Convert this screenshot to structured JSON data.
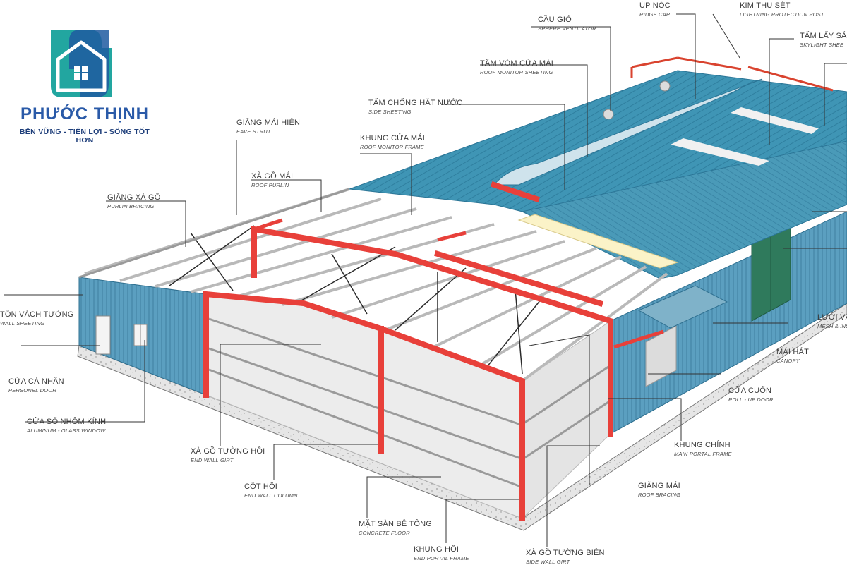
{
  "brand": {
    "name": "PHƯỚC THỊNH",
    "tagline": "BỀN VỮNG - TIỆN LỢI - SỐNG TỐT HƠN",
    "colors": {
      "primary": "#2a5aa8",
      "accent": "#22a6a0",
      "window": "#1e5aa0"
    }
  },
  "colors": {
    "roof": "#3f95b5",
    "wall": "#5b9fc0",
    "steel_frame": "#e8403a",
    "floor": "#efefef",
    "door_green": "#2f7a5c",
    "skylight": "#f1f1f1",
    "gutter_band": "#fbf3c8"
  },
  "labels": {
    "up_noc": {
      "vi": "ÚP NÓC",
      "en": "RIDGE CAP"
    },
    "kim_thu_set": {
      "vi": "KIM THU SÉT",
      "en": "LIGHTNING PROTECTION POST"
    },
    "cau_gio": {
      "vi": "CẦU GIÓ",
      "en": "SPHERE VENTILATOR"
    },
    "tam_lay_sang": {
      "vi": "TẤM LẤY SÁN",
      "en": "SKYLIGHT SHEE"
    },
    "tam_vom": {
      "vi": "TẤM VÒM CỬA MÁI",
      "en": "ROOF MONITOR SHEETING"
    },
    "tam_chong": {
      "vi": "TẤM CHỐNG HẮT NƯỚC",
      "en": "SIDE SHEETING"
    },
    "giang_mai_hien": {
      "vi": "GIẰNG MÁI HIÊN",
      "en": "EAVE STRUT"
    },
    "khung_cua_mai": {
      "vi": "KHUNG CỬA MÁI",
      "en": "ROOF MONITOR FRAME"
    },
    "xa_go_mai": {
      "vi": "XÀ GỒ MÁI",
      "en": "ROOF PURLIN"
    },
    "giang_xa_go": {
      "vi": "GIẰNG XÀ GỒ",
      "en": "PURLIN BRACING"
    },
    "ton_vach": {
      "vi": "TÔN VÁCH TƯỜNG",
      "en": "WALL SHEETING"
    },
    "luoi_va": {
      "vi": "LƯỚI VÀ",
      "en": "MESH & INS"
    },
    "mai_hat": {
      "vi": "MÁI HẮT",
      "en": "CANOPY"
    },
    "cua_ca_nhan": {
      "vi": "CỬA CÁ NHÂN",
      "en": "PERSONEL DOOR"
    },
    "cua_so": {
      "vi": "CỬA SỔ NHÔM KÍNH",
      "en": "ALUMINUM - GLASS WINDOW"
    },
    "cua_cuon": {
      "vi": "CỬA CUỐN",
      "en": "ROLL - UP DOOR"
    },
    "xa_go_tuong_hoi": {
      "vi": "XÀ GỒ TƯỜNG HỒI",
      "en": "END WALL GIRT"
    },
    "khung_chinh": {
      "vi": "KHUNG CHÍNH",
      "en": "MAIN PORTAL FRAME"
    },
    "cot_hoi": {
      "vi": "CỘT HỒI",
      "en": "END WALL COLUMN"
    },
    "giang_mai": {
      "vi": "GIẰNG MÁI",
      "en": "ROOF BRACING"
    },
    "mat_san": {
      "vi": "MẶT SÀN BÊ TÔNG",
      "en": "CONCRETE FLOOR"
    },
    "khung_hoi": {
      "vi": "KHUNG HỒI",
      "en": "END PORTAL FRAME"
    },
    "xa_go_tuong_bien": {
      "vi": "XÀ GỒ TƯỜNG BIÊN",
      "en": "SIDE WALL GIRT"
    }
  }
}
